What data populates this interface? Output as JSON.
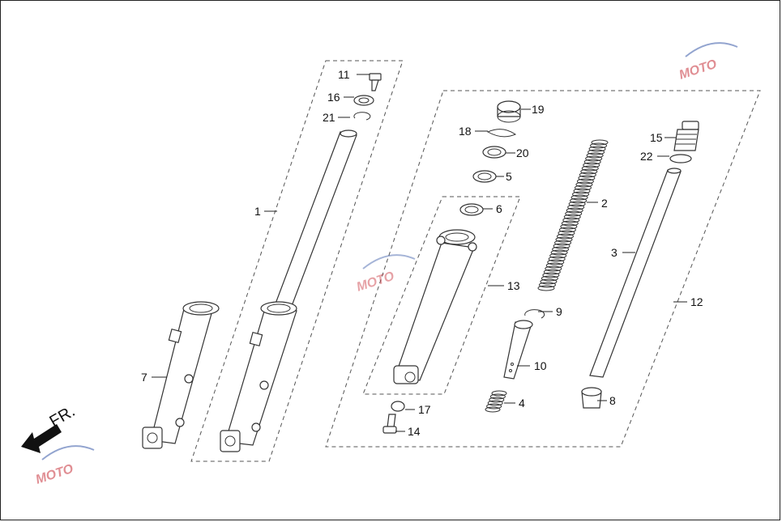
{
  "diagram": {
    "direction_label": "FR.",
    "watermark_text": "MOTO",
    "callouts": [
      {
        "id": "c1",
        "text": "1"
      },
      {
        "id": "c2",
        "text": "2"
      },
      {
        "id": "c3",
        "text": "3"
      },
      {
        "id": "c4",
        "text": "4"
      },
      {
        "id": "c5",
        "text": "5"
      },
      {
        "id": "c6",
        "text": "6"
      },
      {
        "id": "c7",
        "text": "7"
      },
      {
        "id": "c8",
        "text": "8"
      },
      {
        "id": "c9",
        "text": "9"
      },
      {
        "id": "c10",
        "text": "10"
      },
      {
        "id": "c11",
        "text": "11"
      },
      {
        "id": "c12",
        "text": "12"
      },
      {
        "id": "c13",
        "text": "13"
      },
      {
        "id": "c14",
        "text": "14"
      },
      {
        "id": "c15",
        "text": "15"
      },
      {
        "id": "c16",
        "text": "16"
      },
      {
        "id": "c17",
        "text": "17"
      },
      {
        "id": "c18",
        "text": "18"
      },
      {
        "id": "c19",
        "text": "19"
      },
      {
        "id": "c20",
        "text": "20"
      },
      {
        "id": "c21",
        "text": "21"
      },
      {
        "id": "c22",
        "text": "22"
      }
    ],
    "colors": {
      "line": "#333333",
      "watermark_red": "#c8323c",
      "watermark_blue": "#3a5aa8"
    }
  }
}
